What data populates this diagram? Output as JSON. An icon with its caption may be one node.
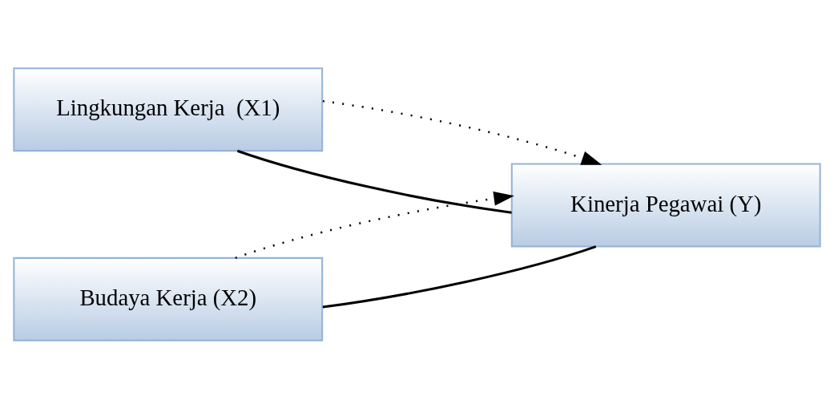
{
  "diagram": {
    "nodes": [
      {
        "text": [
          "Lingkungan Kerja  (X1)"
        ]
      },
      {
        "text": [
          "Budaya Kerja (X2)"
        ]
      },
      {
        "text": [
          "Kinerja Pegawai (Y)"
        ]
      }
    ],
    "edges": [
      {
        "from": 0,
        "to": 2,
        "arrow": "none"
      },
      {
        "from": 1,
        "to": 2,
        "arrow": "none"
      },
      {
        "from": 0,
        "to": 2,
        "arrow": "to",
        "style": "dashed"
      },
      {
        "from": 1,
        "to": 2,
        "arrow": "to",
        "style": "dashed"
      }
    ]
  }
}
